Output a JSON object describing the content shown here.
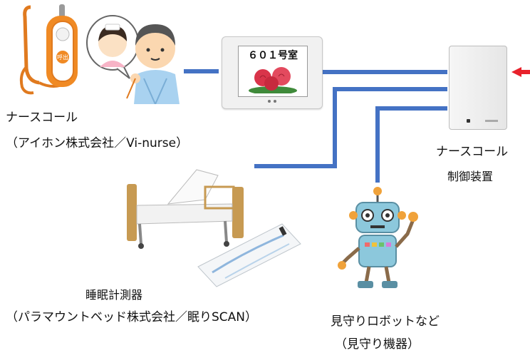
{
  "nurse_call": {
    "label": "ナースコール",
    "vendor": "（アイホン株式会社／Vi-nurse）"
  },
  "room_display": {
    "text": "６０１号室"
  },
  "controller": {
    "label_line1": "ナースコール",
    "label_line2": "制御装置"
  },
  "sleep_sensor": {
    "label": "睡眠計測器",
    "vendor": "（パラマウントベッド株式会社／眠りSCAN）"
  },
  "robot": {
    "label": "見守りロボットなど",
    "sub": "（見守り機器）"
  },
  "colors": {
    "connector": "#4472c4",
    "arrow": "#e8212b"
  }
}
